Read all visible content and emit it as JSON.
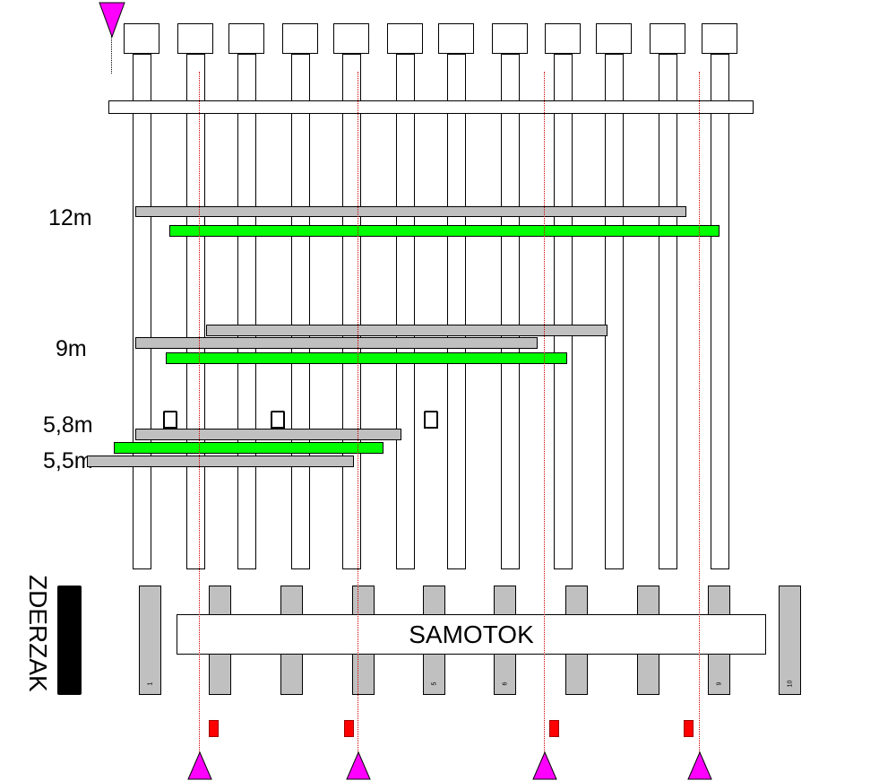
{
  "labels": {
    "len_12": "12m",
    "len_9": "9m",
    "len_58": "5,8m",
    "len_55": "5,5m",
    "samotok": "SAMOTOK",
    "zderzak": "ZDERZAK"
  },
  "roller_numbers": [
    "1",
    "",
    "",
    "",
    "5",
    "6",
    "",
    "",
    "9",
    "10"
  ],
  "colors": {
    "bar_gray": "#c0c0c0",
    "bar_green": "#00ff00",
    "sensor_red": "#ff0000",
    "marker_magenta": "#ff00ff",
    "guide_line": "#d00000"
  },
  "icons": {
    "top_marker": "triangle-down-icon",
    "bottom_markers": "triangle-up-icon",
    "clips": "clamp-icon"
  }
}
